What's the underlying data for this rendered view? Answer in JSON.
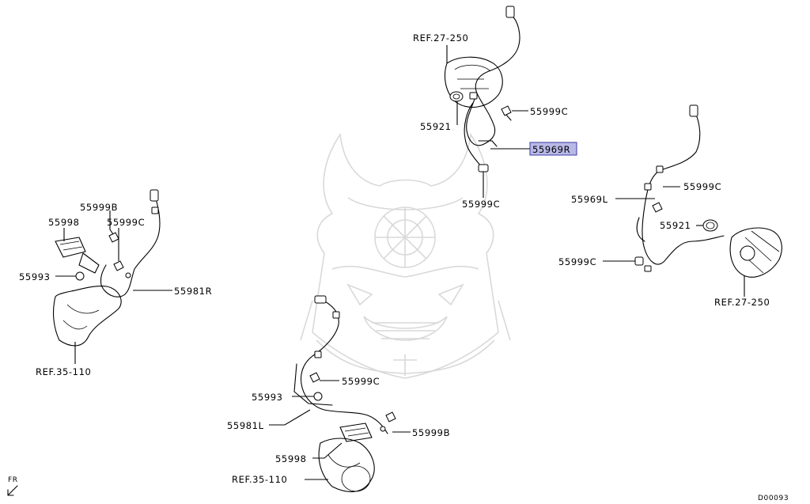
{
  "diagram": {
    "labels": {
      "ref_27_250_top": "REF.27-250",
      "p55921_top": "55921",
      "p55999C_top_right": "55999C",
      "p55969R": "55969R",
      "p55999C_top_bottom": "55999C",
      "p55999B_left": "55999B",
      "p55998_left": "55998",
      "p55999C_left": "55999C",
      "p55993_left": "55993",
      "p55981R": "55981R",
      "ref_35_110_left": "REF.35-110",
      "p55969L": "55969L",
      "p55999C_right_top": "55999C",
      "p55921_right": "55921",
      "p55999C_right_bottom": "55999C",
      "ref_27_250_right": "REF.27-250",
      "p55999C_bottom": "55999C",
      "p55993_bottom": "55993",
      "p55981L": "55981L",
      "p55999B_bottom": "55999B",
      "p55998_bottom": "55998",
      "ref_35_110_bottom": "REF.35-110",
      "fr": "FR",
      "diagram_code": "D00093"
    },
    "highlighted_part": "55969R",
    "highlight_color": "#b9b9e8"
  }
}
